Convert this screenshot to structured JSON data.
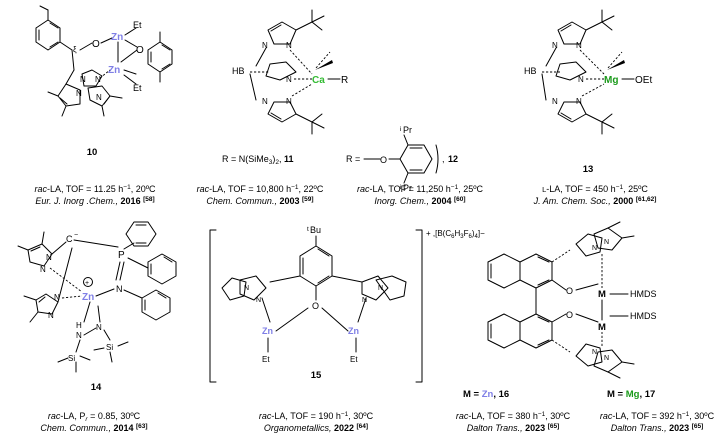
{
  "colors": {
    "zn": "#7f7fe6",
    "ca": "#33bb33",
    "mg": "#1a9a1a",
    "text": "#000000"
  },
  "atoms": {
    "O": "O",
    "N": "N",
    "Zn": "Zn",
    "Ca": "Ca",
    "Mg": "Mg",
    "B": "HB",
    "Et": "Et",
    "R": "R",
    "OEt": "OEt",
    "P": "P",
    "C": "C",
    "Si": "Si",
    "H": "H",
    "M": "M",
    "HMDS": "HMDS",
    "iPr_sup": "i",
    "Pr": "Pr",
    "tBu_sup": "t",
    "Bu": "Bu",
    "minus": "−",
    "plus": "+",
    "chiral": "ξ"
  },
  "compounds": [
    {
      "number": "10",
      "cap1": [
        "rac",
        "-LA, TOF = 11.25 h",
        "−1",
        ", 20ºC"
      ],
      "journal": "Eur. J. Inorg .Chem.,",
      "year": "2016",
      "ref": "[58]"
    },
    {
      "number": "11",
      "r_def": "R = N(SiMe",
      "r_sub": "3",
      "r_end": ")",
      "r_sub2": "2",
      "r_num_sep": ", ",
      "cap1": [
        "rac",
        "-LA, TOF = 10,800 h",
        "−1",
        ", 22ºC"
      ],
      "journal": "Chem. Commun.,",
      "year": "2003",
      "ref": "[59]"
    },
    {
      "number": "12",
      "r_def": "R =",
      "cap1": [
        "rac",
        "-LA, TOF = 11,250 h",
        "−1",
        ", 25ºC"
      ],
      "journal": "Inorg. Chem.,",
      "year": "2004",
      "ref": "[60]"
    },
    {
      "number": "13",
      "cap1": [
        "L",
        "-LA, TOF = 450 h",
        "−1",
        ", 25ºC"
      ],
      "journal": "J. Am. Chem. Soc.,",
      "year": "2000",
      "ref": "[61,62]"
    },
    {
      "number": "14",
      "cap1": [
        "rac",
        "-LA, P",
        "r",
        " = 0.85, 30ºC"
      ],
      "journal": "Chem. Commun.,",
      "year": "2014",
      "ref": "[63]"
    },
    {
      "number": "15",
      "counterion": "+ ,[B(C",
      "ci_6a": "6",
      "ci_h": "H",
      "ci_3": "3",
      "ci_f": "F",
      "ci_6b": "6",
      "ci_end": ")",
      "ci_4": "4",
      "ci_minus": "]−",
      "cap1": [
        "rac",
        "-LA, TOF = 190 h",
        "−1",
        ", 30ºC"
      ],
      "journal": "Organometallics,",
      "year": "2022",
      "ref": "[64]"
    },
    {
      "number": "16",
      "m_label": "M = ",
      "metal": "Zn",
      "sep": ", ",
      "cap1": [
        "rac",
        "-LA, TOF = 380 h",
        "−1",
        ", 30ºC"
      ],
      "journal": "Dalton Trans.,",
      "year": "2023",
      "ref": "[65]"
    },
    {
      "number": "17",
      "m_label": "M = ",
      "metal": "Mg",
      "sep": ", ",
      "cap1": [
        "rac",
        "-LA, TOF = 392 h",
        "−1",
        ", 30ºC"
      ],
      "journal": "Dalton Trans.,",
      "year": "2023",
      "ref": "[65]"
    }
  ]
}
